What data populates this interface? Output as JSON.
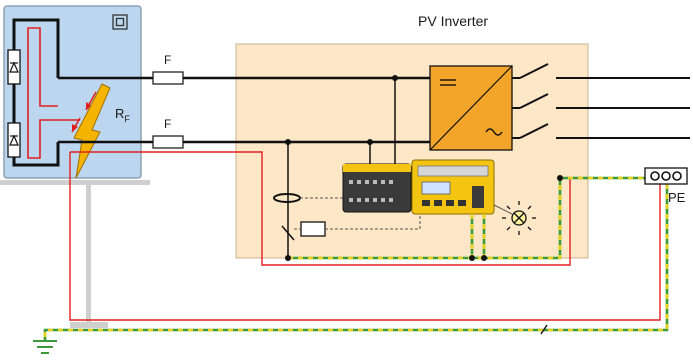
{
  "title": "PV Inverter",
  "fuse_label": "F",
  "fault_resistance": {
    "main": "R",
    "sub": "F"
  },
  "pe_label": "PE",
  "colors": {
    "panel_fill": "#bcd6ef",
    "panel_border": "#8fa0b3",
    "inverter_fill": "#fde7c6",
    "inverter_border": "#c9b08c",
    "converter_fill": "#f3a52a",
    "device_yellow": "#f4c413",
    "device_dark": "#3a3a3a",
    "conductor": "#111111",
    "fault_path": "#e02020",
    "pe_green": "#3c9a3c",
    "pe_yellow": "#e8d21a"
  }
}
